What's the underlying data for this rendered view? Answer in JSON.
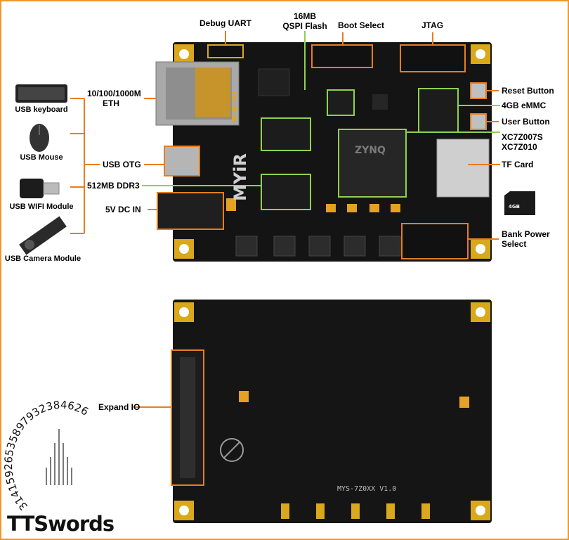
{
  "labels": {
    "debug_uart": "Debug UART",
    "qspi_flash_line1": "16MB",
    "qspi_flash_line2": "QSPI Flash",
    "boot_select": "Boot Select",
    "jtag": "JTAG",
    "eth_line1": "10/100/1000M",
    "eth_line2": "ETH",
    "usb_otg": "USB OTG",
    "ddr3": "512MB DDR3",
    "dc_in": "5V DC IN",
    "reset_button": "Reset Button",
    "emmc": "4GB eMMC",
    "user_button": "User Button",
    "soc_line1": "XC7Z007S",
    "soc_line2": "XC7Z010",
    "tf_card": "TF Card",
    "bank_power_line1": "Bank Power",
    "bank_power_line2": "Select",
    "expand_io": "Expand IO"
  },
  "peripherals": {
    "keyboard": "USB keyboard",
    "mouse": "USB Mouse",
    "wifi": "USB WIFI Module",
    "camera": "USB Camera Module"
  },
  "board_text": {
    "brand_vertical": "MYiR",
    "zynq": "ZYNQ",
    "model": "MYS-7Z0XX V1.0",
    "eth_brand": "HanRun",
    "eth_part": "HY911130A",
    "sd_label": "4GB"
  },
  "watermark": {
    "brand": "TTSwords",
    "digits": "31415926535897932384626"
  },
  "colors": {
    "accent_orange": "#f0972b",
    "callout_green": "#8fd14f",
    "pcb_black": "#141414",
    "gold_pad": "#d9a81b"
  }
}
